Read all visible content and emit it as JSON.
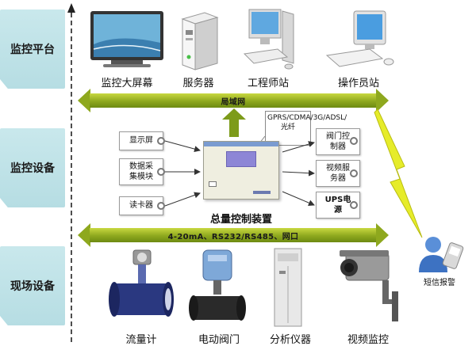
{
  "tiers": {
    "monitor_platform": "监控平台",
    "monitor_equipment": "监控设备",
    "field_equipment": "现场设备"
  },
  "platform_devices": [
    "监控大屏幕",
    "服务器",
    "工程师站",
    "操作员站"
  ],
  "lan_bus": "局域网",
  "field_bus": "4-20mA、RS232/RS485、网口",
  "network_callout": "GPRS/CDMA/3G/ADSL/光纤",
  "controller_label": "总量控制装置",
  "left_modules": [
    "显示屏",
    "数据采集模块",
    "读卡器"
  ],
  "right_modules": [
    "阀门控制器",
    "视频服务器",
    "UPS电源"
  ],
  "field_devices": [
    "流量计",
    "电动阀门",
    "分析仪器",
    "视频监控"
  ],
  "sms_alarm": "短信报警",
  "colors": {
    "tier_bg": "#bfe1e6",
    "bus_green": "#8ea81e",
    "lightning": "#e6ec2a",
    "arrow_green": "#7d9b1a"
  }
}
